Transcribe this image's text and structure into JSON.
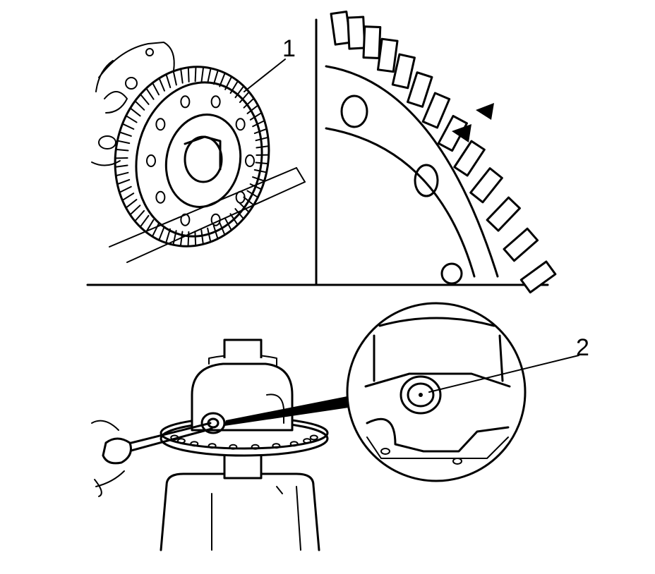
{
  "callouts": [
    {
      "id": "1",
      "label": "1"
    },
    {
      "id": "2",
      "label": "2"
    }
  ],
  "icons": [
    "ring-gear",
    "ring-gear-teeth-detail",
    "differential-case",
    "pin-punch",
    "magnified-detail"
  ],
  "colors": {
    "line": "#000000",
    "background": "#ffffff"
  }
}
